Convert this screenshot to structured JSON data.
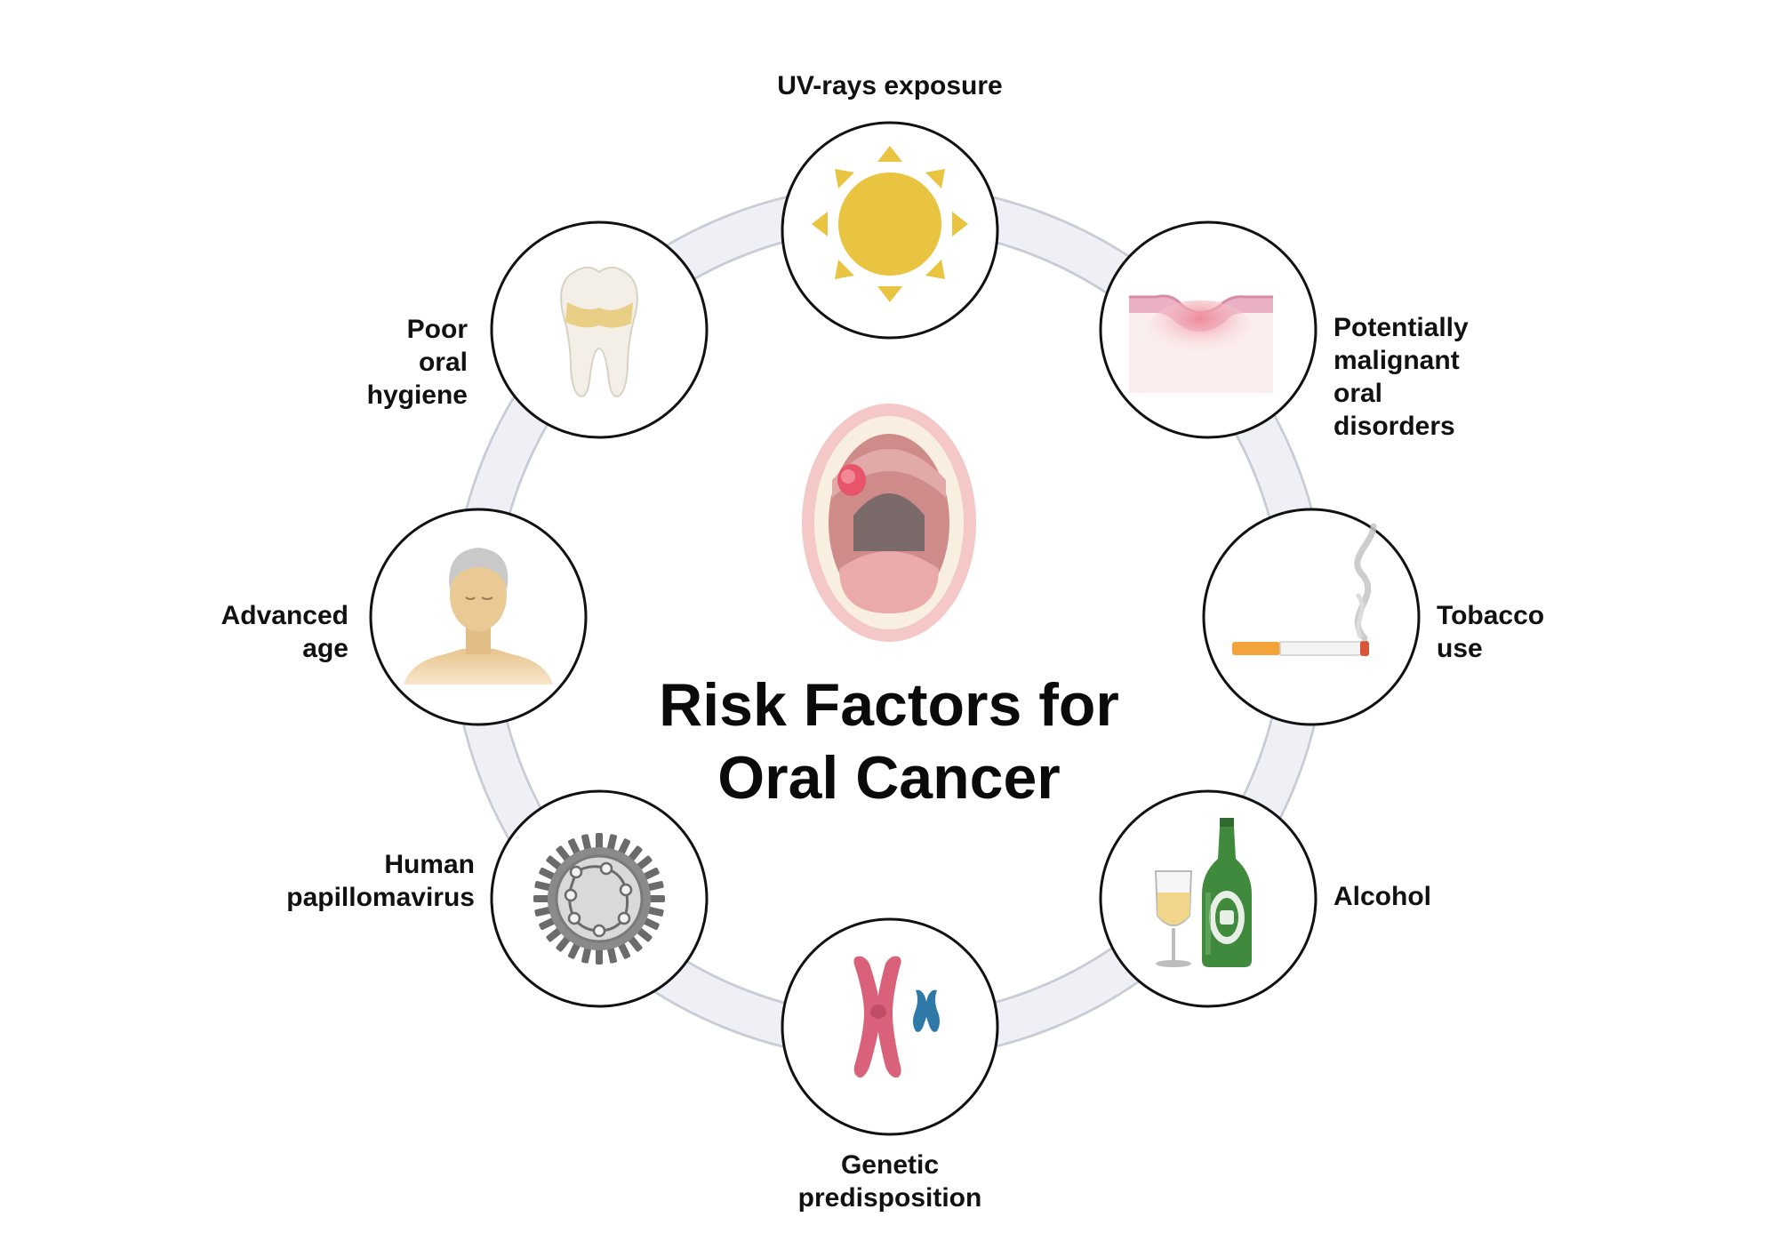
{
  "title": "Risk Factors for\nOral Cancer",
  "factors": [
    {
      "label": "UV-rays exposure",
      "icon": "sun-icon"
    },
    {
      "label": "Potentially\nmalignant\noral\ndisorders",
      "icon": "lesion-tissue-icon"
    },
    {
      "label": "Tobacco\nuse",
      "icon": "cigarette-icon"
    },
    {
      "label": "Alcohol",
      "icon": "alcohol-bottle-glass-icon"
    },
    {
      "label": "Genetic\npredisposition",
      "icon": "chromosome-icon"
    },
    {
      "label": "Human\npapillomavirus",
      "icon": "virus-icon"
    },
    {
      "label": "Advanced\nage",
      "icon": "elderly-person-icon"
    },
    {
      "label": "Poor\noral\nhygiene",
      "icon": "decayed-tooth-icon"
    }
  ],
  "center_icon": "open-mouth-lesion-icon",
  "colors": {
    "ring": "#eef0f5",
    "ring_stroke": "#c9cdd8",
    "sun": "#e9c440",
    "lesion": "#e8556a",
    "chromosome_large": "#d9627a",
    "chromosome_small": "#2f79a8",
    "bottle": "#3f8a3c",
    "skin": "#e9c99a"
  }
}
